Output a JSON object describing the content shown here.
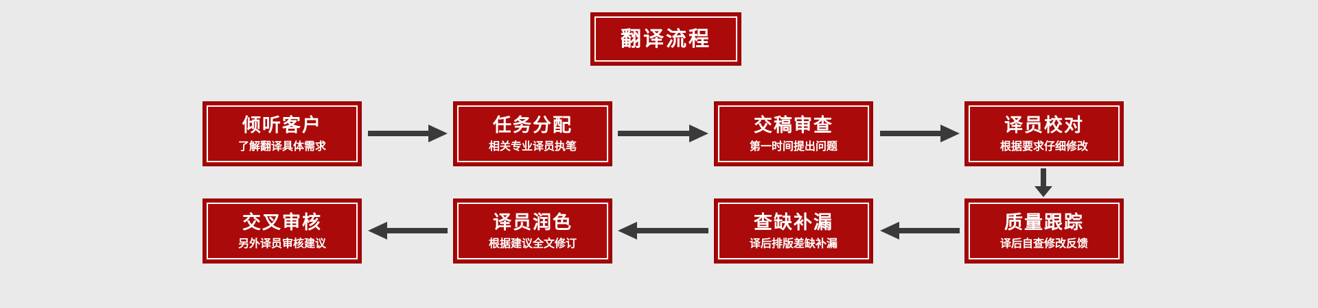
{
  "diagram": {
    "background_color": "#eaeaea",
    "box_fill_color": "#ab0a0a",
    "box_border_color": "#990000",
    "box_inner_border_color": "#ffffff",
    "text_color": "#ffffff",
    "arrow_color": "#3a3a3a",
    "header": {
      "title": "翻译流程"
    },
    "nodes": [
      {
        "title": "倾听客户",
        "subtitle": "了解翻译具体需求"
      },
      {
        "title": "任务分配",
        "subtitle": "相关专业译员执笔"
      },
      {
        "title": "交稿审查",
        "subtitle": "第一时间提出问题"
      },
      {
        "title": "译员校对",
        "subtitle": "根据要求仔细修改"
      },
      {
        "title": "质量跟踪",
        "subtitle": "译后自查修改反馈"
      },
      {
        "title": "查缺补漏",
        "subtitle": "译后排版差缺补漏"
      },
      {
        "title": "译员润色",
        "subtitle": "根据建议全文修订"
      },
      {
        "title": "交叉审核",
        "subtitle": "另外译员审核建议"
      }
    ],
    "connectors": [
      {
        "name": "arrow-right-1",
        "direction": "right"
      },
      {
        "name": "arrow-right-2",
        "direction": "right"
      },
      {
        "name": "arrow-right-3",
        "direction": "right"
      },
      {
        "name": "arrow-down-1",
        "direction": "down"
      },
      {
        "name": "arrow-left-1",
        "direction": "left"
      },
      {
        "name": "arrow-left-2",
        "direction": "left"
      },
      {
        "name": "arrow-left-3",
        "direction": "left"
      }
    ]
  }
}
